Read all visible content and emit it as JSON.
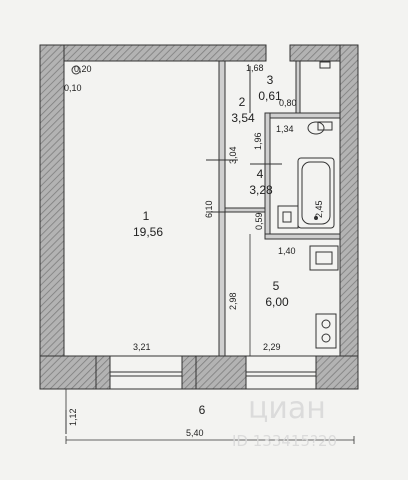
{
  "rooms": {
    "r1": {
      "num": "1",
      "area": "19,56"
    },
    "r2": {
      "num": "2",
      "area": "3,54"
    },
    "r3": {
      "num": "3",
      "area": "0,61"
    },
    "r4": {
      "num": "4",
      "area": "3,28"
    },
    "r5": {
      "num": "5",
      "area": "6,00"
    },
    "r6": {
      "num": "6"
    }
  },
  "dims": {
    "d020": "0,20",
    "d010": "0,10",
    "d168": "1,68",
    "d080": "0,80",
    "d134": "1,34",
    "d196": "1,96",
    "d304": "3,04",
    "d245": "2,45",
    "d610": "6,10",
    "d059": "0,59",
    "d140": "1,40",
    "d298": "2,98",
    "d321": "3,21",
    "d229": "2,29",
    "d112": "1,12",
    "d540": "5,40"
  },
  "watermark": {
    "brand": "циан",
    "id": "ID 133415?20"
  },
  "colors": {
    "background": "#f3f3f1",
    "wall_fill": "#a9a9a9",
    "line": "#333333"
  }
}
